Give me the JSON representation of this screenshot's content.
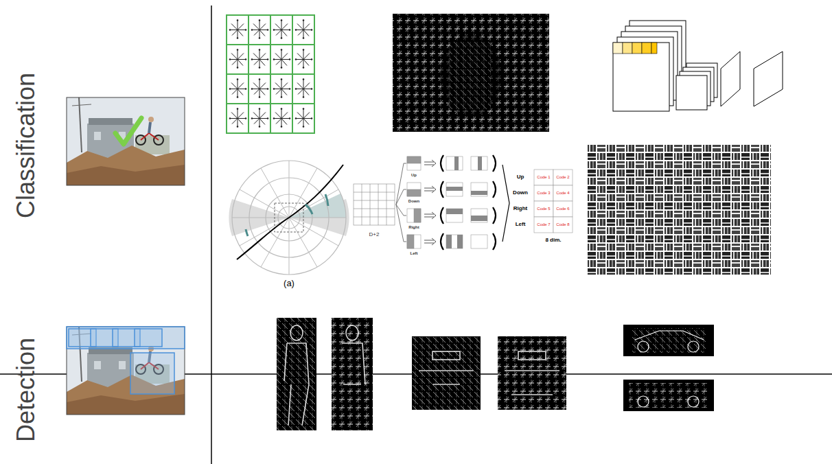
{
  "diagram": {
    "labels": [
      "Classification",
      "Detection",
      "(a)",
      "D+2",
      "Up",
      "Down",
      "Right",
      "Left",
      "Up",
      "Down",
      "Right",
      "Left",
      "Code 1",
      "Code 2",
      "Code 3",
      "Code 4",
      "Code 5",
      "Code 6",
      "Code 7",
      "Code 8",
      "8 dim."
    ]
  }
}
